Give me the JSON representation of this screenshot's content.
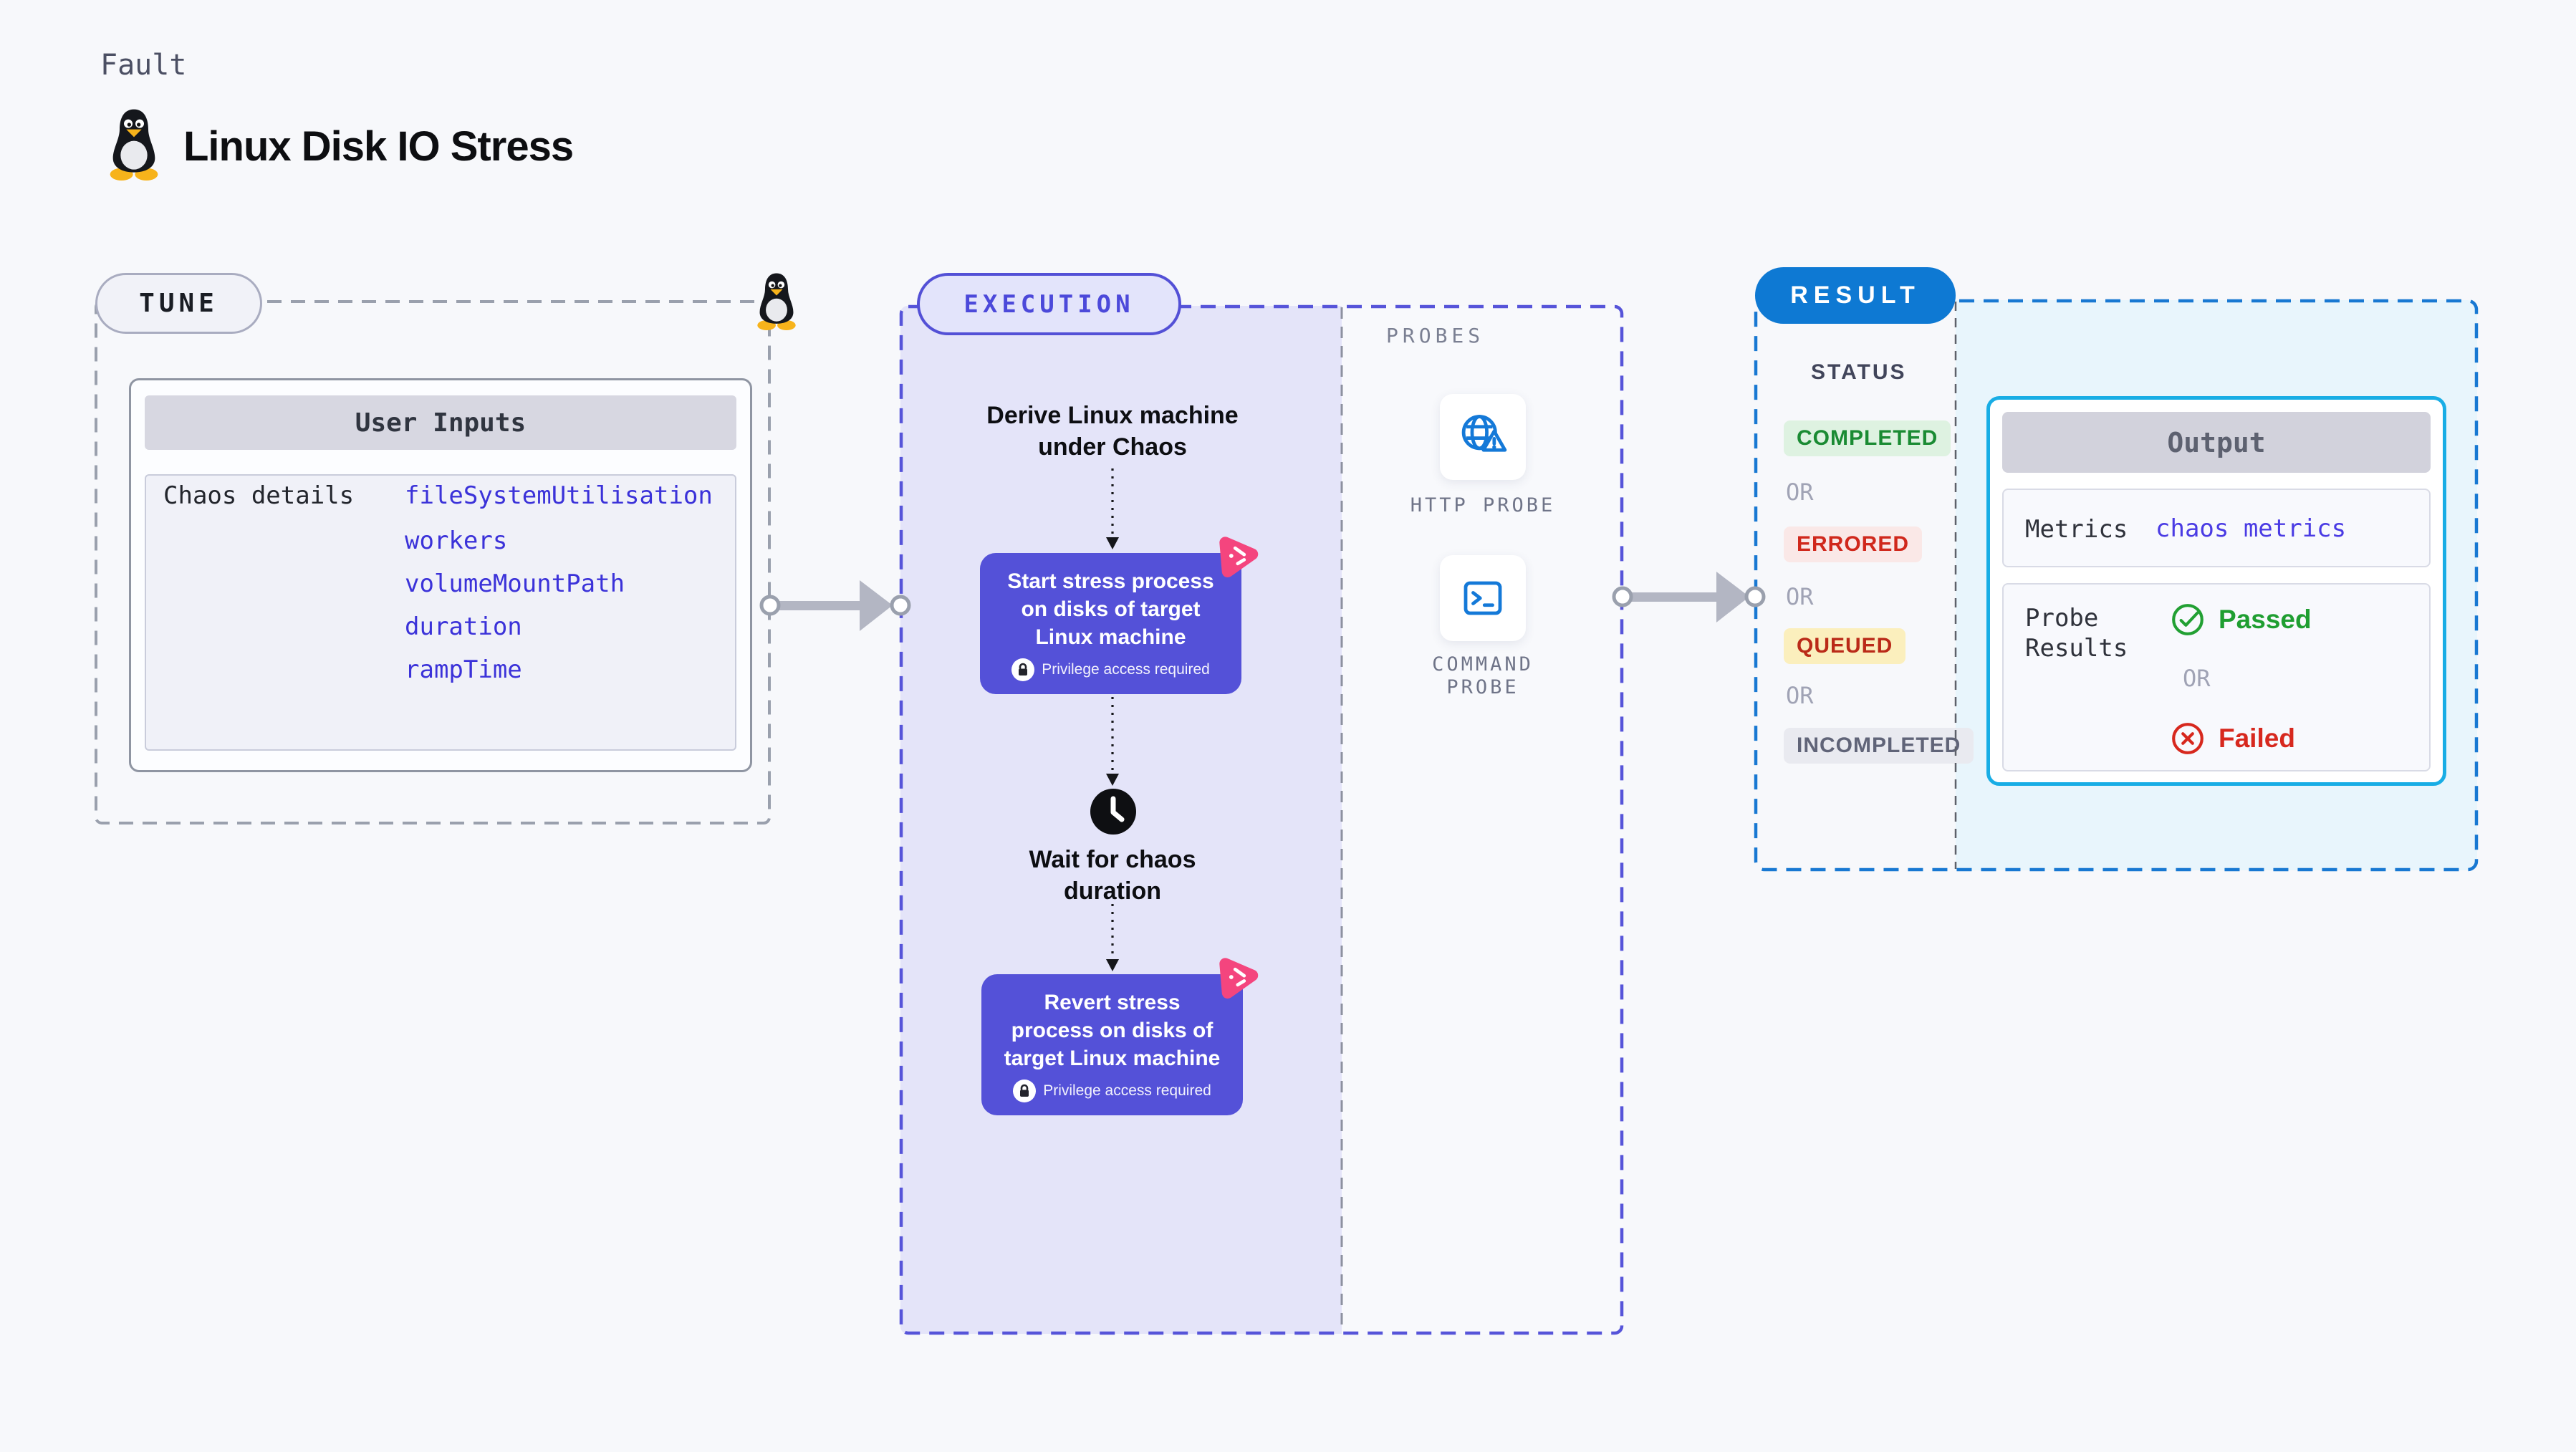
{
  "header": {
    "kicker": "Fault",
    "title": "Linux Disk IO Stress"
  },
  "common": {
    "or": "OR"
  },
  "tune": {
    "pill": "TUNE",
    "card_title": "User Inputs",
    "row_label": "Chaos details",
    "inputs": [
      "fileSystemUtilisation",
      "workers",
      "volumeMountPath",
      "duration",
      "rampTime"
    ]
  },
  "execution": {
    "pill": "EXECUTION",
    "derive_line1": "Derive Linux machine",
    "derive_line2": "under Chaos",
    "start_box": {
      "line1": "Start stress process",
      "line2": "on disks of target",
      "line3": "Linux machine",
      "privilege": "Privilege access required"
    },
    "wait_line1": "Wait for chaos",
    "wait_line2": "duration",
    "revert_box": {
      "line1": "Revert stress",
      "line2": "process on disks of",
      "line3": "target Linux machine",
      "privilege": "Privilege access required"
    },
    "probes": {
      "heading": "PROBES",
      "http_label": "HTTP PROBE",
      "command_line1": "COMMAND",
      "command_line2": "PROBE"
    }
  },
  "result": {
    "pill": "RESULT",
    "status_heading": "STATUS",
    "badges": [
      {
        "label": "COMPLETED",
        "type": "completed"
      },
      {
        "label": "ERRORED",
        "type": "errored"
      },
      {
        "label": "QUEUED",
        "type": "queued"
      },
      {
        "label": "INCOMPLETED",
        "type": "incompleted"
      }
    ],
    "output": {
      "title": "Output",
      "metrics_label": "Metrics",
      "metrics_value": "chaos metrics",
      "probe_line1": "Probe",
      "probe_line2": "Results",
      "passed": "Passed",
      "failed": "Failed"
    }
  },
  "colors": {
    "accent_purple": "#5451d8",
    "accent_blue": "#0e79d3",
    "accent_cyan": "#18ade5",
    "logo_pink": "#f4457e",
    "pass_green": "#22a033",
    "fail_red": "#d7281e",
    "code_blue": "#3b32d9"
  }
}
